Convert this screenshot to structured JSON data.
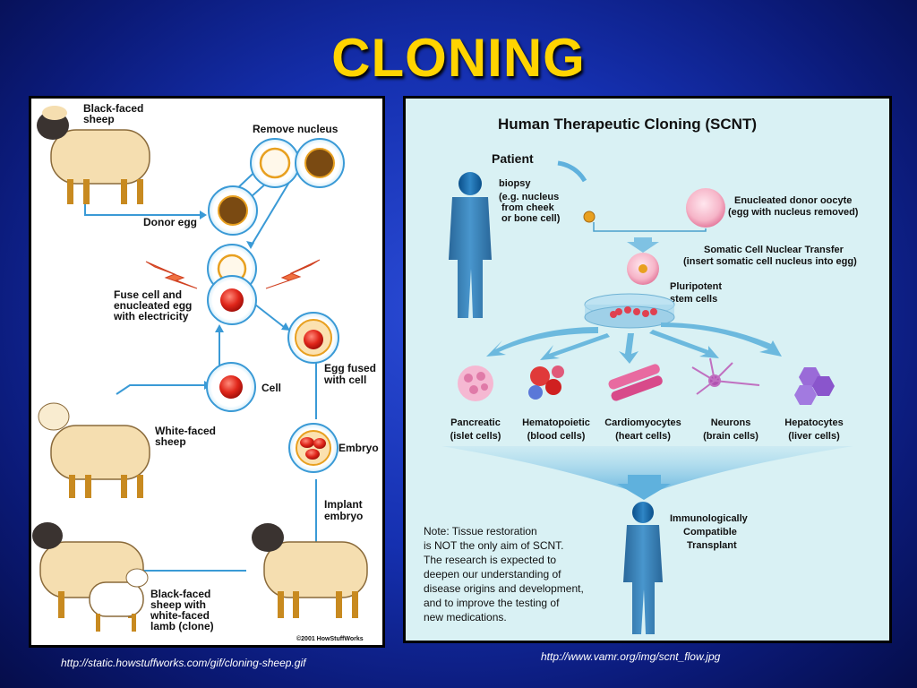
{
  "slide": {
    "title": "CLONING",
    "source_left": "http://static.howstuffworks.com/gif/cloning-sheep.gif",
    "source_right": "http://www.vamr.org/img/scnt_flow.jpg"
  },
  "left_diagram": {
    "labels": {
      "black_faced_1": "Black-faced",
      "black_faced_2": "sheep",
      "remove_nucleus": "Remove nucleus",
      "donor_egg": "Donor egg",
      "fuse_1": "Fuse cell and",
      "fuse_2": "enucleated egg",
      "fuse_3": "with electricity",
      "egg_fused_1": "Egg fused",
      "egg_fused_2": "with cell",
      "cell": "Cell",
      "white_faced_1": "White-faced",
      "white_faced_2": "sheep",
      "embryo": "Embryo",
      "implant_1": "Implant",
      "implant_2": "embryo",
      "clone_1": "Black-faced",
      "clone_2": "sheep with",
      "clone_3": "white-faced",
      "clone_4": "lamb (clone)",
      "copyright": "©2001 HowStuffWorks"
    }
  },
  "right_diagram": {
    "title": "Human Therapeutic Cloning (SCNT)",
    "patient": "Patient",
    "biopsy_1": "biopsy",
    "biopsy_2": "(e.g. nucleus",
    "biopsy_3": "from cheek",
    "biopsy_4": "or bone cell)",
    "oocyte_1": "Enucleated donor oocyte",
    "oocyte_2": "(egg with nucleus removed)",
    "scnt_1": "Somatic Cell Nuclear Transfer",
    "scnt_2": "(insert somatic cell nucleus into egg)",
    "plurip_1": "Pluripotent",
    "plurip_2": "stem cells",
    "cell_types": [
      {
        "name": "Pancreatic",
        "detail": "(islet cells)"
      },
      {
        "name": "Hematopoietic",
        "detail": "(blood cells)"
      },
      {
        "name": "Cardiomyocytes",
        "detail": "(heart cells)"
      },
      {
        "name": "Neurons",
        "detail": "(brain cells)"
      },
      {
        "name": "Hepatocytes",
        "detail": "(liver cells)"
      }
    ],
    "transplant_1": "Immunologically",
    "transplant_2": "Compatible",
    "transplant_3": "Transplant",
    "note_lines": [
      "Note: Tissue restoration",
      "is NOT the only aim of SCNT.",
      "The research is expected to",
      "deepen our understanding of",
      "disease origins and development,",
      "and to improve the testing of",
      "new medications."
    ]
  }
}
